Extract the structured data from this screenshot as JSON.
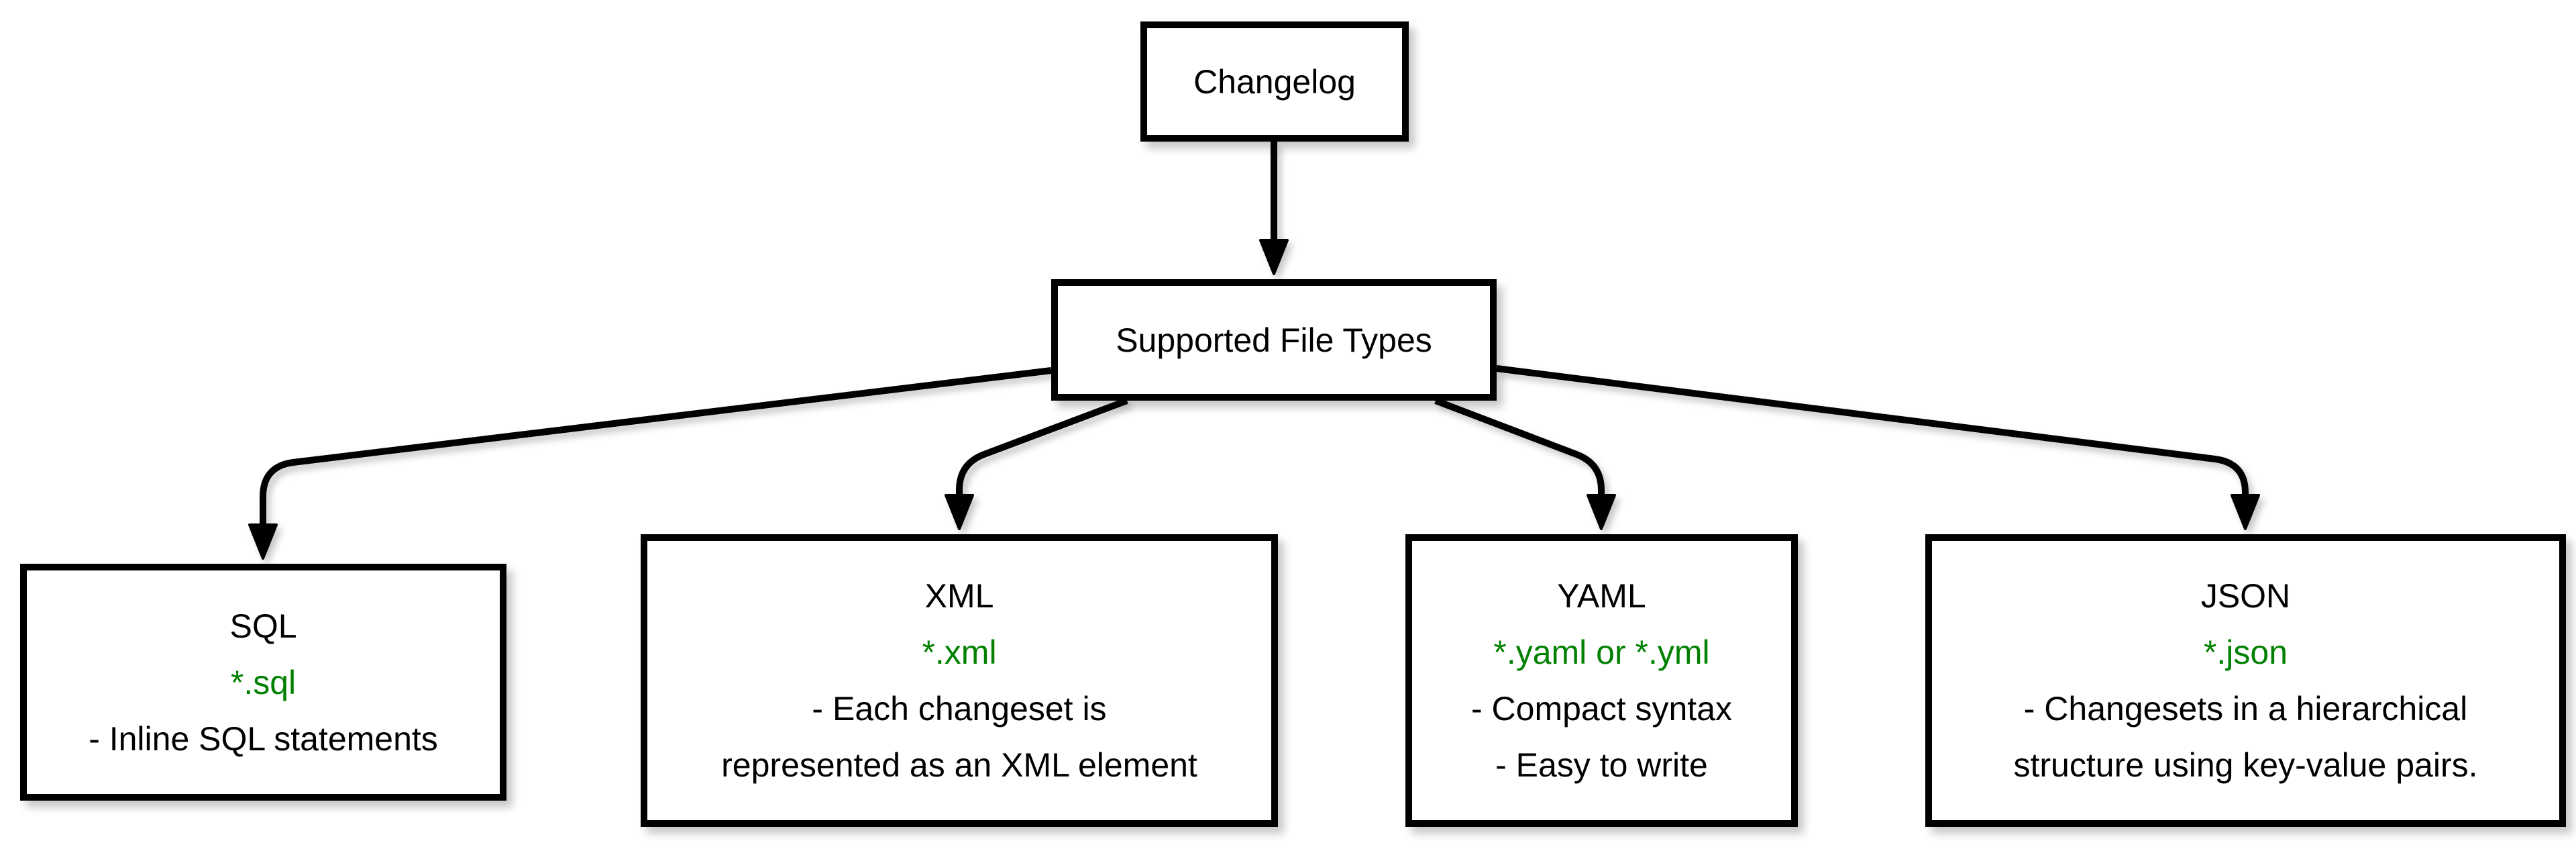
{
  "diagram_type": "flowchart",
  "colors": {
    "background": "#ffffff",
    "node_fill": "#ffffff",
    "stroke": "#000000",
    "text": "#000000",
    "extension_green": "#008000"
  },
  "nodes": {
    "changelog": {
      "label": "Changelog"
    },
    "supported_file_types": {
      "label": "Supported File Types"
    },
    "file_types": [
      {
        "name": "SQL",
        "extension": "*.sql",
        "description": "- Inline SQL statements"
      },
      {
        "name": "XML",
        "extension": "*.xml",
        "description": "- Each changeset is\nrepresented as an XML element"
      },
      {
        "name": "YAML",
        "extension": "*.yaml or *.yml",
        "description": "- Compact syntax\n- Easy to write"
      },
      {
        "name": "JSON",
        "extension": "*.json",
        "description": "- Changesets in a hierarchical\nstructure using key-value pairs."
      }
    ]
  },
  "edges": [
    {
      "from": "Changelog",
      "to": "Supported File Types"
    },
    {
      "from": "Supported File Types",
      "to": "SQL"
    },
    {
      "from": "Supported File Types",
      "to": "XML"
    },
    {
      "from": "Supported File Types",
      "to": "YAML"
    },
    {
      "from": "Supported File Types",
      "to": "JSON"
    }
  ]
}
